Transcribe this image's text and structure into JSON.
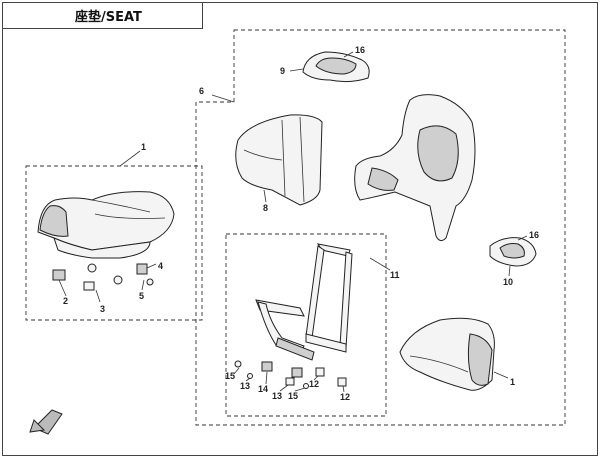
{
  "title": "座垫/SEAT",
  "labels": {
    "seat_assy": "1",
    "bracket": "2",
    "nut_left": "3",
    "bolt_upper": "4",
    "bolt_lower": "5",
    "backrest_group": "6",
    "cushion": "8",
    "handle": "9",
    "handle_right": "10",
    "frame_group": "11",
    "nut_12a": "12",
    "nut_12b": "12",
    "washer_13a": "13",
    "washer_13b": "13",
    "spacer_14": "14",
    "bolt_15a": "15",
    "bolt_15b": "15",
    "handle_insert": "16",
    "handle_insert_right": "16",
    "rear_cover": "1"
  }
}
